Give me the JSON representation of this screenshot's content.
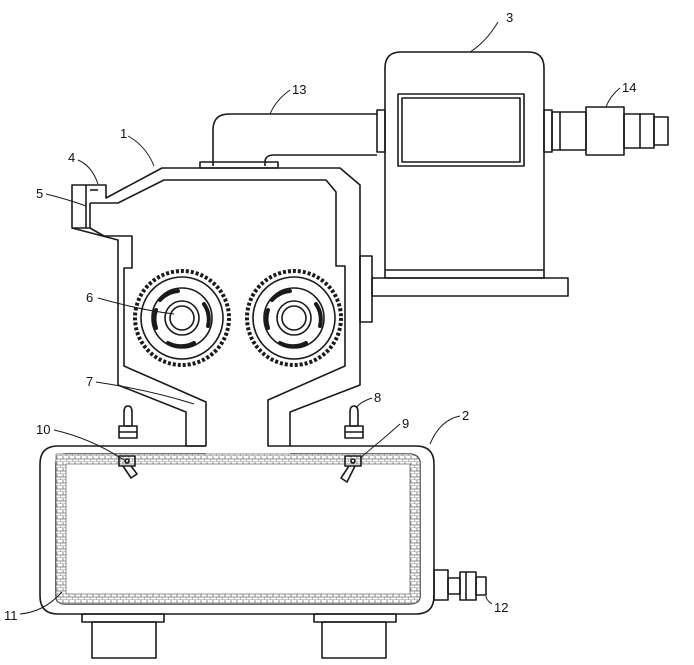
{
  "labels": {
    "l1": "1",
    "l2": "2",
    "l3": "3",
    "l4": "4",
    "l5": "5",
    "l6": "6",
    "l7": "7",
    "l8": "8",
    "l9": "9",
    "l10": "10",
    "l11": "11",
    "l12": "12",
    "l13": "13",
    "l14": "14"
  },
  "colors": {
    "line": "#1a1a1a",
    "liner": "#7a7a7a",
    "background": "#ffffff"
  }
}
